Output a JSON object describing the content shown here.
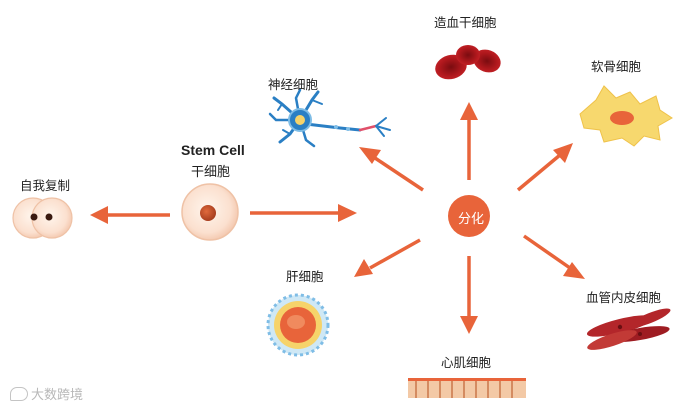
{
  "stem_cell": {
    "label_en": "Stem Cell",
    "label_zh": "干细胞"
  },
  "hub": {
    "label": "分化"
  },
  "self_renew": {
    "label": "自我复制"
  },
  "targets": {
    "neuron": "神经细胞",
    "hematopoietic": "造血干细胞",
    "cartilage": "软骨细胞",
    "liver": "肝细胞",
    "cardiac": "心肌细胞",
    "endothelial": "血管内皮细胞"
  },
  "watermark": {
    "text": "大数跨境"
  },
  "colors": {
    "arrow": "#e8643a",
    "hub": "#e8643a",
    "stem_nucleus": "#c2502a",
    "blood": "#a4161a",
    "neuron": "#2a7fc4",
    "cartilage": "#f7d86e",
    "endothelial": "#b3262a"
  }
}
